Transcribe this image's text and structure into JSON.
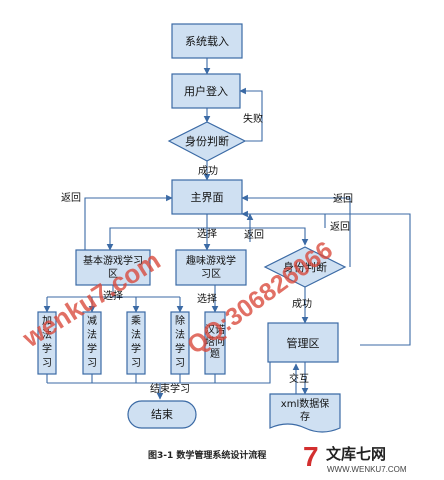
{
  "nodes": {
    "load": "系统载入",
    "login": "用户登入",
    "auth1": "身份判断",
    "main": "主界面",
    "basic": "基本游戏学习区",
    "fun": "趣味游戏学习区",
    "auth2": "身份判断",
    "manage": "管理区",
    "add": "加法学习",
    "sub": "减法学习",
    "mul": "乘法学习",
    "div": "除法学习",
    "tower": "汉诺塔问题",
    "xml": "xml数据保存",
    "end": "结束"
  },
  "edges": {
    "fail": "失败",
    "success1": "成功",
    "back_left": "返回",
    "back_mid": "返回",
    "back_right1": "返回",
    "back_right2": "返回",
    "choose1": "选择",
    "choose2": "选择",
    "choose3": "选择",
    "success2": "成功",
    "interact": "交互",
    "finish_study": "结束学习"
  },
  "caption": "图3-1 数学管理系统设计流程",
  "watermarks": {
    "w1": "wenku7.com",
    "w2": "QQ:306826066"
  },
  "logo": {
    "mark": "7",
    "name": "文库七网",
    "url": "WWW.WENKU7.COM"
  },
  "colors": {
    "box_fill": "#cfe0f2",
    "box_stroke": "#3b6aa5",
    "watermark": "#d9483b"
  }
}
